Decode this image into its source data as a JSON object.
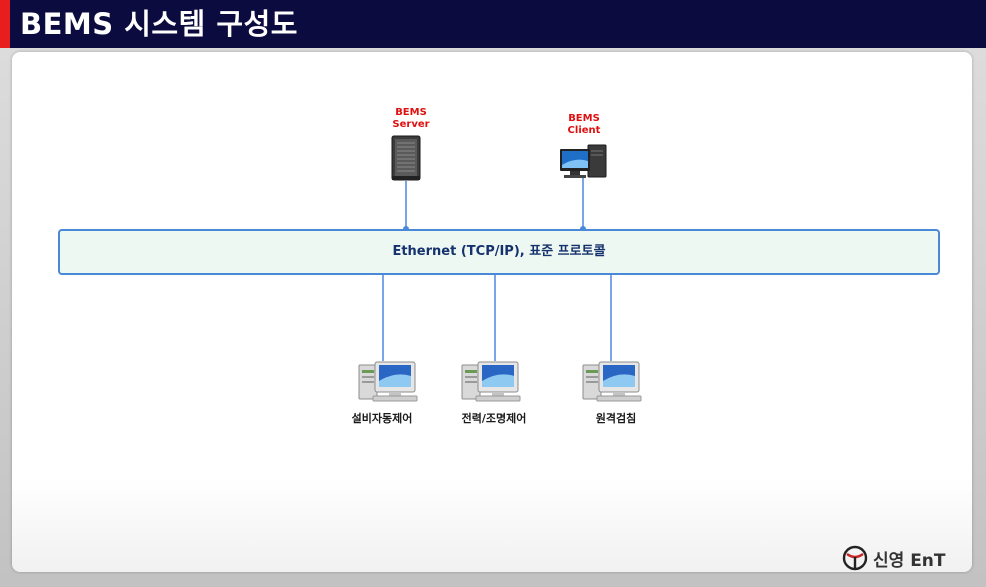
{
  "header": {
    "title": "BEMS 시스템 구성도"
  },
  "network": {
    "label": "Ethernet (TCP/IP), 표준 프로토콜"
  },
  "top_nodes": {
    "server": {
      "line1": "BEMS",
      "line2": "Server"
    },
    "client": {
      "line1": "BEMS",
      "line2": "Client"
    }
  },
  "bottom_nodes": [
    {
      "label": "설비자동제어"
    },
    {
      "label": "전력/조명제어"
    },
    {
      "label": "원격검침"
    }
  ],
  "footer": {
    "logo_text": "신영 EnT"
  },
  "colors": {
    "title_bg": "#0b0b3f",
    "title_accent": "#e81e1e",
    "bus_border": "#4a88d8",
    "connector": "#7aa6e8",
    "node_label_red": "#e01010"
  }
}
